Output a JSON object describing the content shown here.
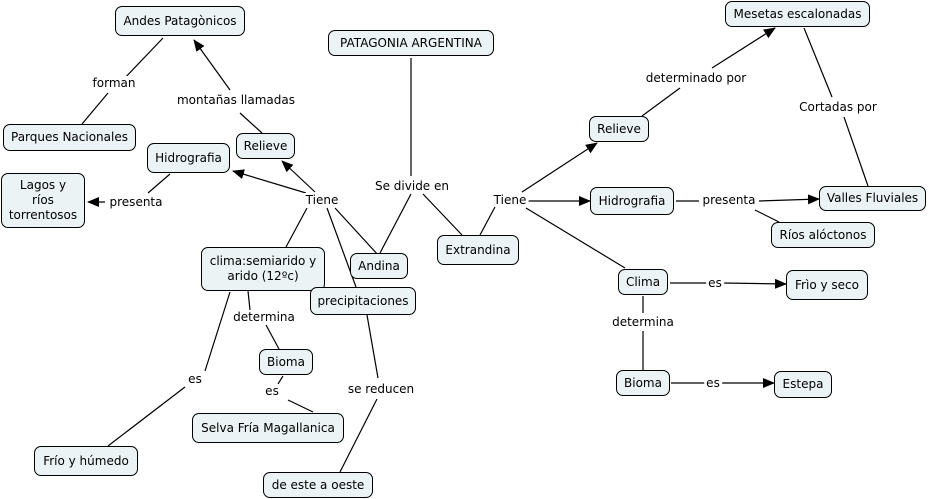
{
  "title": "PATAGONIA ARGENTINA",
  "nodes": {
    "patagonia": "PATAGONIA ARGENTINA",
    "andes": "Andes Patagònicos",
    "parques": "Parques Nacionales",
    "relieve_a": "Relieve",
    "hidro_a": "Hidrografia",
    "lagos": "Lagos y\nríos\ntorrentosos",
    "clima_a": "clima:semiarido y\narido (12ºc)",
    "andina": "Andina",
    "precip": "precipitaciones",
    "bioma_a": "Bioma",
    "selva": "Selva Fría Magallanica",
    "frio_humedo": "Frío y húmedo",
    "oeste": "de este a oeste",
    "extrandina": "Extrandina",
    "relieve_e": "Relieve",
    "mesetas": "Mesetas escalonadas",
    "hidro_e": "Hidrografia",
    "valles": "Valles Fluviales",
    "rios": "Ríos alóctonos",
    "clima_e": "Clima",
    "frio_seco": "Frìo y seco",
    "bioma_e": "Bioma",
    "estepa": "Estepa"
  },
  "links": {
    "forman": "forman",
    "montanas": "montañas llamadas",
    "presenta_a": "presenta",
    "tiene_a": "Tiene",
    "se_divide": "Se divide en",
    "determina_a": "determina",
    "es_a1": "es",
    "es_a2": "es",
    "se_reducen": "se reducen",
    "tiene_e": "Tiene",
    "determinado": "determinado por",
    "cortadas": "Cortadas por",
    "presenta_e": "presenta",
    "es_e1": "es",
    "determina_e": "determina",
    "es_e2": "es"
  }
}
